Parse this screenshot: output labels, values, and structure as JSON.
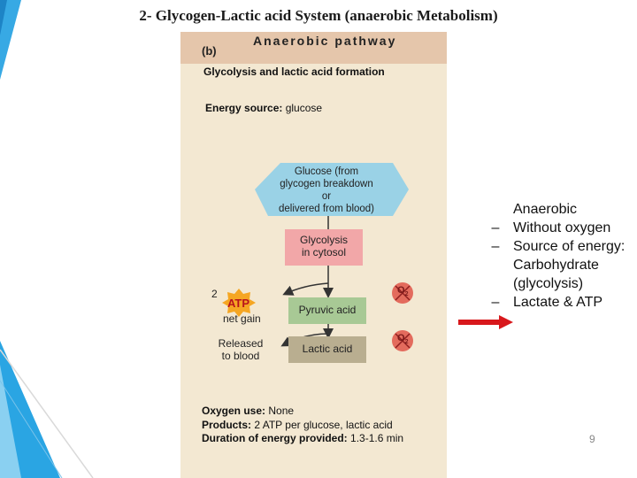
{
  "slide": {
    "title": "2- Glycogen-Lactic acid System (anaerobic Metabolism)",
    "page_number": "9"
  },
  "figure": {
    "panel_label": "(b)",
    "panel_title": "Anaerobic pathway",
    "subtitle": "Glycolysis and lactic acid formation",
    "energy_source_label": "Energy source:",
    "energy_source_value": "glucose",
    "glucose_box": [
      "Glucose (from",
      "glycogen breakdown",
      "or",
      "delivered from blood)"
    ],
    "glycolysis_box": [
      "Glycolysis",
      "in cytosol"
    ],
    "atp_count": "2",
    "atp_label": "ATP",
    "net_gain": "net gain",
    "pyruvic_box": "Pyruvic acid",
    "released_text": [
      "Released",
      "to blood"
    ],
    "lactic_box": "Lactic acid",
    "o2_symbol": "O",
    "o2_subscript": "2",
    "oxygen_use_label": "Oxygen use:",
    "oxygen_use_value": "None",
    "products_label": "Products:",
    "products_value": "2 ATP per glucose, lactic acid",
    "duration_label": "Duration of energy provided:",
    "duration_value": "1.3-1.6 min"
  },
  "bullets": {
    "heading": "Anaerobic",
    "dash": "–",
    "items": [
      "Without oxygen",
      "Source of energy: Carbohydrate (glycolysis)",
      "Lactate & ATP"
    ]
  },
  "colors": {
    "panel_bg": "#f3e8d2",
    "header_bg": "#e5c6ab",
    "glucose_box": "#9ad2e6",
    "glycolysis_box": "#f2a7a8",
    "pyruvic_box": "#a8c995",
    "lactic_box": "#b9ae90",
    "atp_burst": "#f5a623",
    "no_oxygen": "#e36b5d",
    "arrow_red": "#d8181c",
    "accent_blue": "#29a6e6"
  }
}
